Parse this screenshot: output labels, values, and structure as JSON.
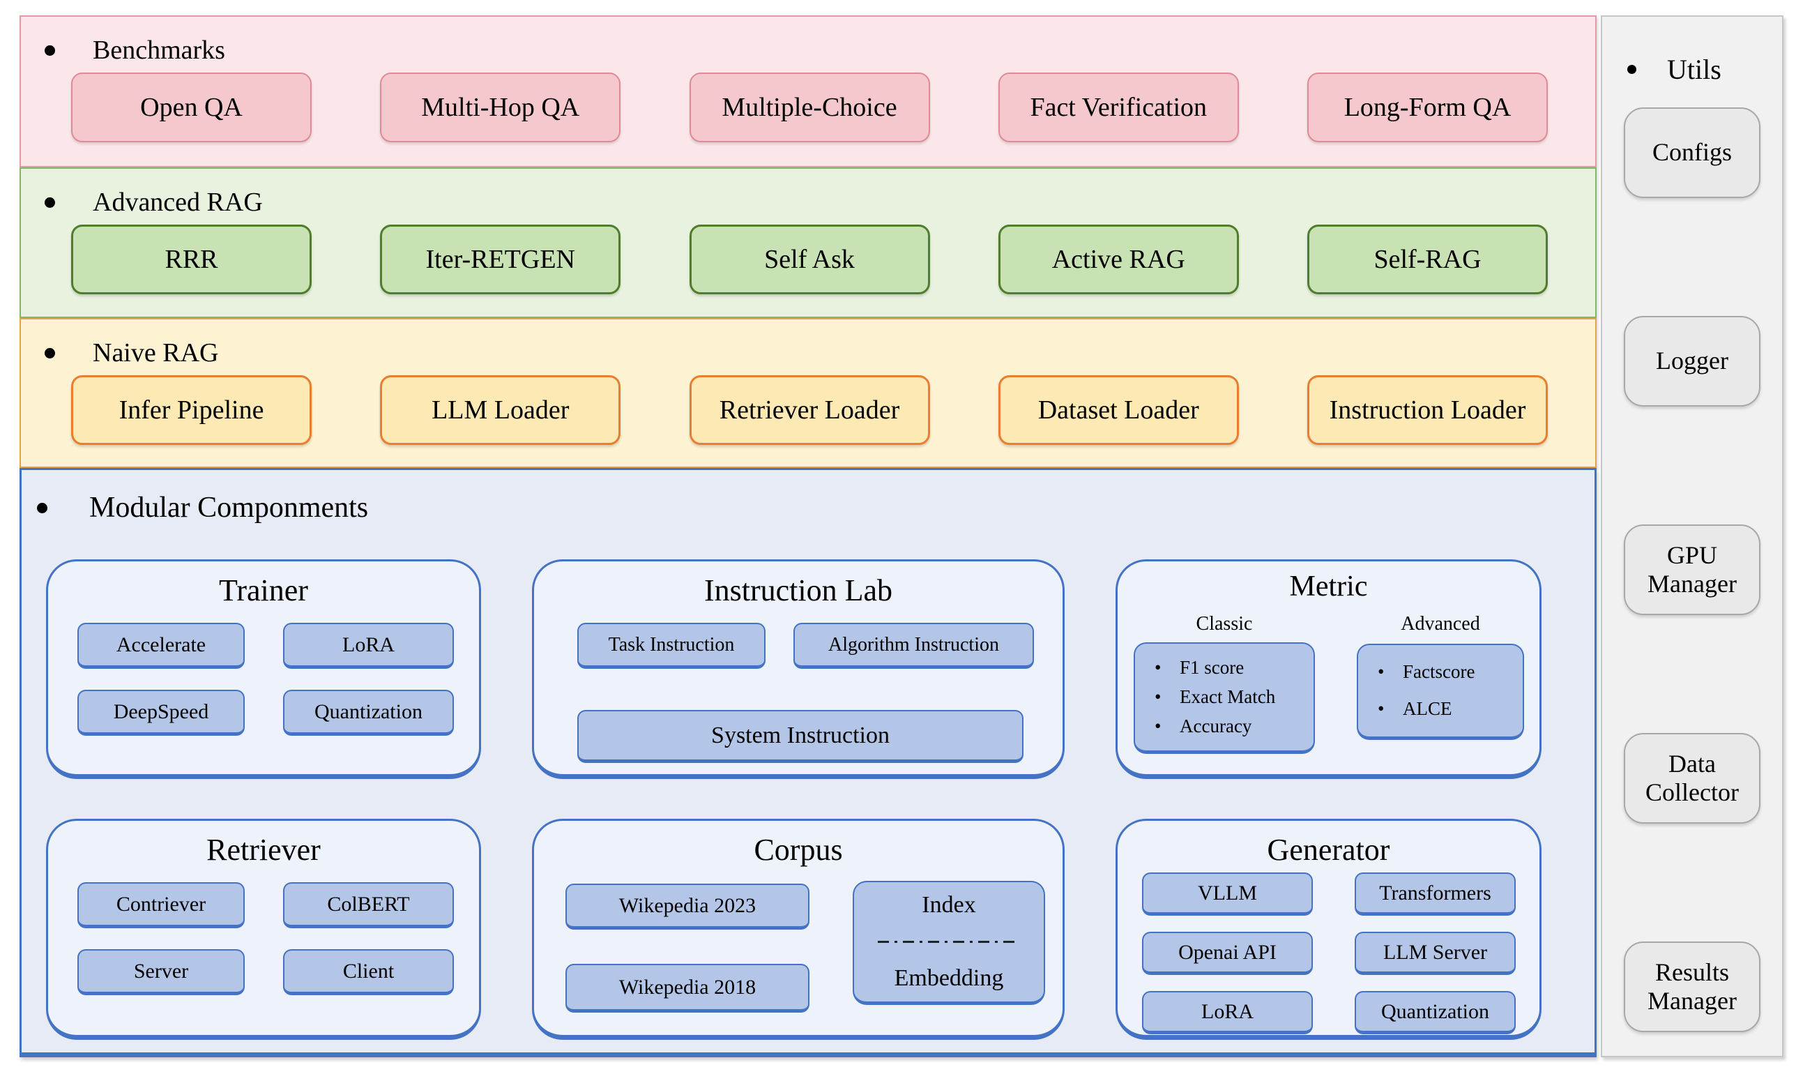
{
  "benchmarks": {
    "title": "Benchmarks",
    "items": [
      "Open QA",
      "Multi-Hop QA",
      "Multiple-Choice",
      "Fact Verification",
      "Long-Form QA"
    ]
  },
  "advanced_rag": {
    "title": "Advanced RAG",
    "items": [
      "RRR",
      "Iter-RETGEN",
      "Self Ask",
      "Active RAG",
      "Self-RAG"
    ]
  },
  "naive_rag": {
    "title": "Naive RAG",
    "items": [
      "Infer Pipeline",
      "LLM Loader",
      "Retriever Loader",
      "Dataset Loader",
      "Instruction Loader"
    ]
  },
  "modular": {
    "title": "Modular Componments",
    "trainer": {
      "title": "Trainer",
      "items": [
        "Accelerate",
        "LoRA",
        "DeepSpeed",
        "Quantization"
      ]
    },
    "instruction_lab": {
      "title": "Instruction Lab",
      "items": [
        "Task Instruction",
        "Algorithm Instruction"
      ],
      "wide_item": "System Instruction"
    },
    "metric": {
      "title": "Metric",
      "classic_label": "Classic",
      "advanced_label": "Advanced",
      "classic_items": [
        "F1 score",
        "Exact Match",
        "Accuracy"
      ],
      "advanced_items": [
        "Factscore",
        "ALCE"
      ]
    },
    "retriever": {
      "title": "Retriever",
      "items": [
        "Contriever",
        "ColBERT",
        "Server",
        "Client"
      ]
    },
    "corpus": {
      "title": "Corpus",
      "items": [
        "Wikepedia 2023",
        "Wikepedia 2018"
      ],
      "index_label": "Index",
      "embedding_label": "Embedding"
    },
    "generator": {
      "title": "Generator",
      "items": [
        "VLLM",
        "Transformers",
        "Openai API",
        "LLM Server",
        "LoRA",
        "Quantization"
      ]
    }
  },
  "sidebar": {
    "title": "Utils",
    "items": [
      "Configs",
      "Logger",
      "GPU Manager",
      "Data Collector",
      "Results Manager"
    ]
  },
  "colors": {
    "pink_panel": "#fbe7e9",
    "pink_box": "#f5c8ce",
    "pink_border": "#de8b97",
    "green_panel": "#e9f2df",
    "green_box": "#c8e2b3",
    "green_border": "#4f7d2b",
    "yellow_panel": "#fdf3d2",
    "yellow_box": "#fde9b4",
    "orange_border": "#e87e2e",
    "blue_panel": "#e6ebf6",
    "blue_card": "#eef2fb",
    "blue_chip": "#b3c6e7",
    "blue_border": "#4472c4",
    "sidebar_bg": "#f1f1f1",
    "sidebar_box": "#e9e9e9"
  }
}
